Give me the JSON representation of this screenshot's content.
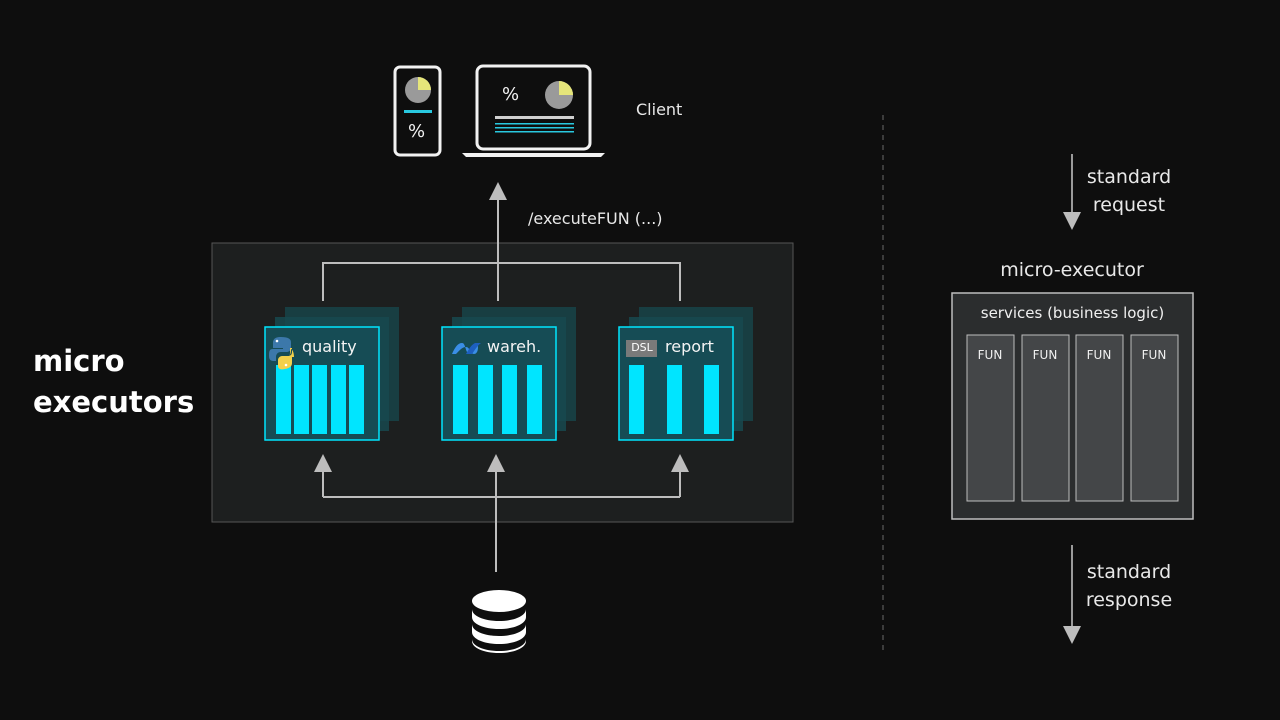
{
  "title": {
    "line1": "micro",
    "line2": "executors"
  },
  "client": {
    "label": "Client",
    "phone_text": "%",
    "laptop_text": "%"
  },
  "endpoint_label": "/executeFUN (...)",
  "executors": [
    {
      "name": "quality",
      "icon": "python-icon"
    },
    {
      "name": "wareh.",
      "icon": "wave-icon"
    },
    {
      "name": "report",
      "icon": "dsl-badge",
      "badge": "DSL"
    }
  ],
  "database": {
    "icon": "database-icon"
  },
  "legend": {
    "request": {
      "line1": "standard",
      "line2": "request"
    },
    "executor_title": "micro-executor",
    "services_label": "services (business logic)",
    "functions": [
      "FUN",
      "FUN",
      "FUN",
      "FUN"
    ],
    "response": {
      "line1": "standard",
      "line2": "response"
    }
  },
  "colors": {
    "background": "#0e0e0e",
    "accent": "#00e5ff",
    "pie_highlight": "#e5e57a",
    "panel": "#1d1f1f"
  }
}
